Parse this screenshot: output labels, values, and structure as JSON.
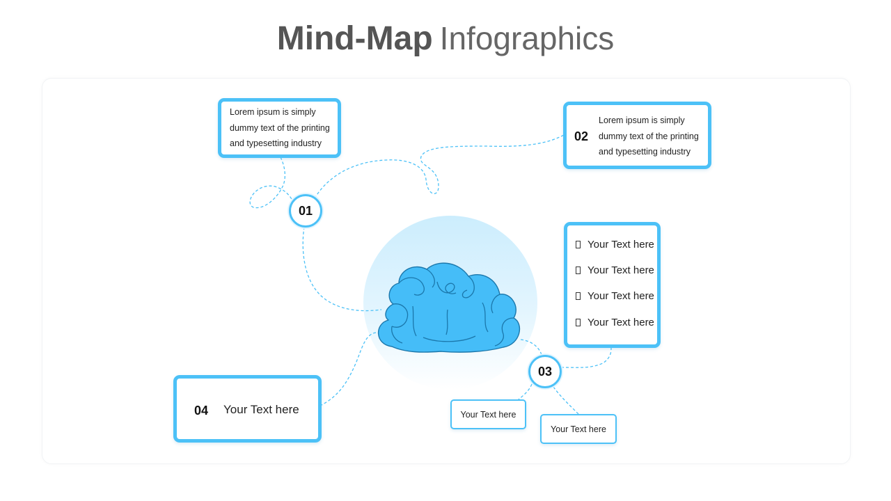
{
  "header": {
    "title_bold": "Mind-Map",
    "title_light": "Infographics"
  },
  "nodes": {
    "n01": {
      "number": "01",
      "text": "Lorem ipsum is simply dummy text of the printing and typesetting industry"
    },
    "n02": {
      "number": "02",
      "text": "Lorem ipsum is simply dummy text of the printing and typesetting industry"
    },
    "n03": {
      "number": "03",
      "list": [
        "Your Text here",
        "Your Text here",
        "Your Text here",
        "Your Text here"
      ],
      "sub_a": "Your Text here",
      "sub_b": "Your Text here"
    },
    "n04": {
      "number": "04",
      "text": "Your Text here"
    }
  },
  "center": {
    "icon": "brain-icon"
  },
  "colors": {
    "accent": "#4cc1f7",
    "brain": "#45bdf8",
    "connector": "#4cc1f7",
    "title": "#555555"
  }
}
